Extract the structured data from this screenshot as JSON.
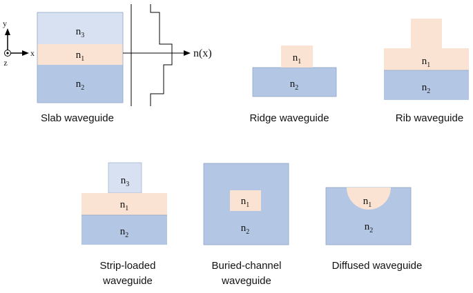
{
  "colors": {
    "n1": "#fae3d2",
    "n2": "#b3c6e4",
    "n3": "#d8e1f2",
    "edge": "#8ea3c4",
    "line": "#000000"
  },
  "slab": {
    "caption": "Slab waveguide",
    "layer_top": {
      "base": "n",
      "sub": "3"
    },
    "layer_core": {
      "base": "n",
      "sub": "1"
    },
    "layer_bottom": {
      "base": "n",
      "sub": "2"
    },
    "axes": {
      "y": "y",
      "x": "x",
      "z": "z"
    },
    "profile_label": "n(x)"
  },
  "ridge": {
    "caption": "Ridge waveguide",
    "core": {
      "base": "n",
      "sub": "1"
    },
    "substrate": {
      "base": "n",
      "sub": "2"
    }
  },
  "rib": {
    "caption": "Rib waveguide",
    "core": {
      "base": "n",
      "sub": "1"
    },
    "substrate": {
      "base": "n",
      "sub": "2"
    }
  },
  "strip": {
    "caption_line1": "Strip-loaded",
    "caption_line2": "waveguide",
    "strip": {
      "base": "n",
      "sub": "3"
    },
    "core": {
      "base": "n",
      "sub": "1"
    },
    "substrate": {
      "base": "n",
      "sub": "2"
    }
  },
  "buried": {
    "caption_line1": "Buried-channel",
    "caption_line2": "waveguide",
    "core": {
      "base": "n",
      "sub": "1"
    },
    "cladding": {
      "base": "n",
      "sub": "2"
    }
  },
  "diffused": {
    "caption": "Diffused waveguide",
    "core": {
      "base": "n",
      "sub": "1"
    },
    "substrate": {
      "base": "n",
      "sub": "2"
    }
  }
}
